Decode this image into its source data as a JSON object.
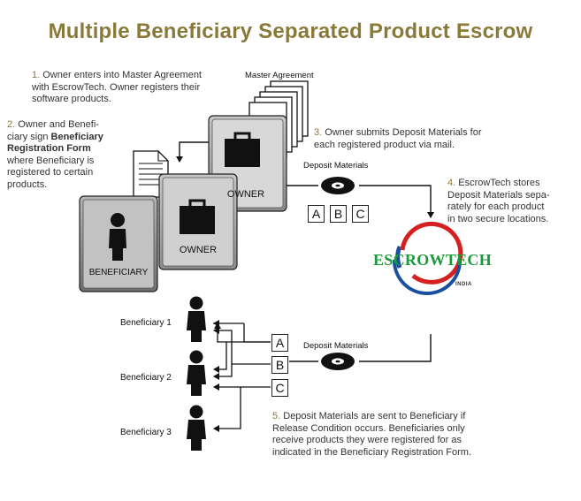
{
  "title": "Multiple Beneficiary Separated Product Escrow",
  "steps": {
    "s1_num": "1.",
    "s1_line1": " Owner enters into Master Agreement",
    "s1_line2": "with EscrowTech. Owner registers their",
    "s1_line3": "software products.",
    "s2_num": "2.",
    "s2_line1": " Owner and Benefi-",
    "s2_line2": "ciary sign ",
    "s2_bold1": "Beneficiary",
    "s2_bold2": "Registration Form",
    "s2_line4": "where Beneficiary is",
    "s2_line5": "registered to certain",
    "s2_line6": "products.",
    "s3_num": "3.",
    "s3_line1": " Owner submits Deposit Materials for",
    "s3_line2": "each registered product via mail.",
    "s4_num": "4.",
    "s4_line1": " EscrowTech stores",
    "s4_line2": "Deposit Materials sepa-",
    "s4_line3": "rately for each product",
    "s4_line4": "in two secure locations.",
    "s5_num": "5.",
    "s5_line1": " Deposit Materials are sent to Beneficiary if",
    "s5_line2": "Release Condition occurs. Beneficiaries only",
    "s5_line3": "receive products they were registered for as",
    "s5_line4": "indicated in the Beneficiary Registration Form."
  },
  "labels": {
    "master_agreement": "Master Agreement",
    "deposit_materials_top": "Deposit Materials",
    "deposit_materials_bottom": "Deposit Materials",
    "owner_back": "OWNER",
    "owner_front": "OWNER",
    "beneficiary_card": "BENEFICIARY",
    "beneficiary_1": "Beneficiary 1",
    "beneficiary_2": "Beneficiary 2",
    "beneficiary_3": "Beneficiary 3"
  },
  "letters_top": [
    "A",
    "B",
    "C"
  ],
  "letters_bottom": [
    "A",
    "B",
    "C"
  ],
  "logo": {
    "name": "ESCROWTECH",
    "sub": "INDIA"
  },
  "colors": {
    "title": "#8a7a3a",
    "logo_green": "#1a9a3a",
    "logo_ring_blue": "#1a4fa0",
    "logo_ring_red": "#d42020",
    "card_gray": "#8a8a8a"
  },
  "icons": [
    "document-stack-icon",
    "document-icon",
    "briefcase-icon",
    "person-icon",
    "disc-icon",
    "arrow-icon"
  ]
}
